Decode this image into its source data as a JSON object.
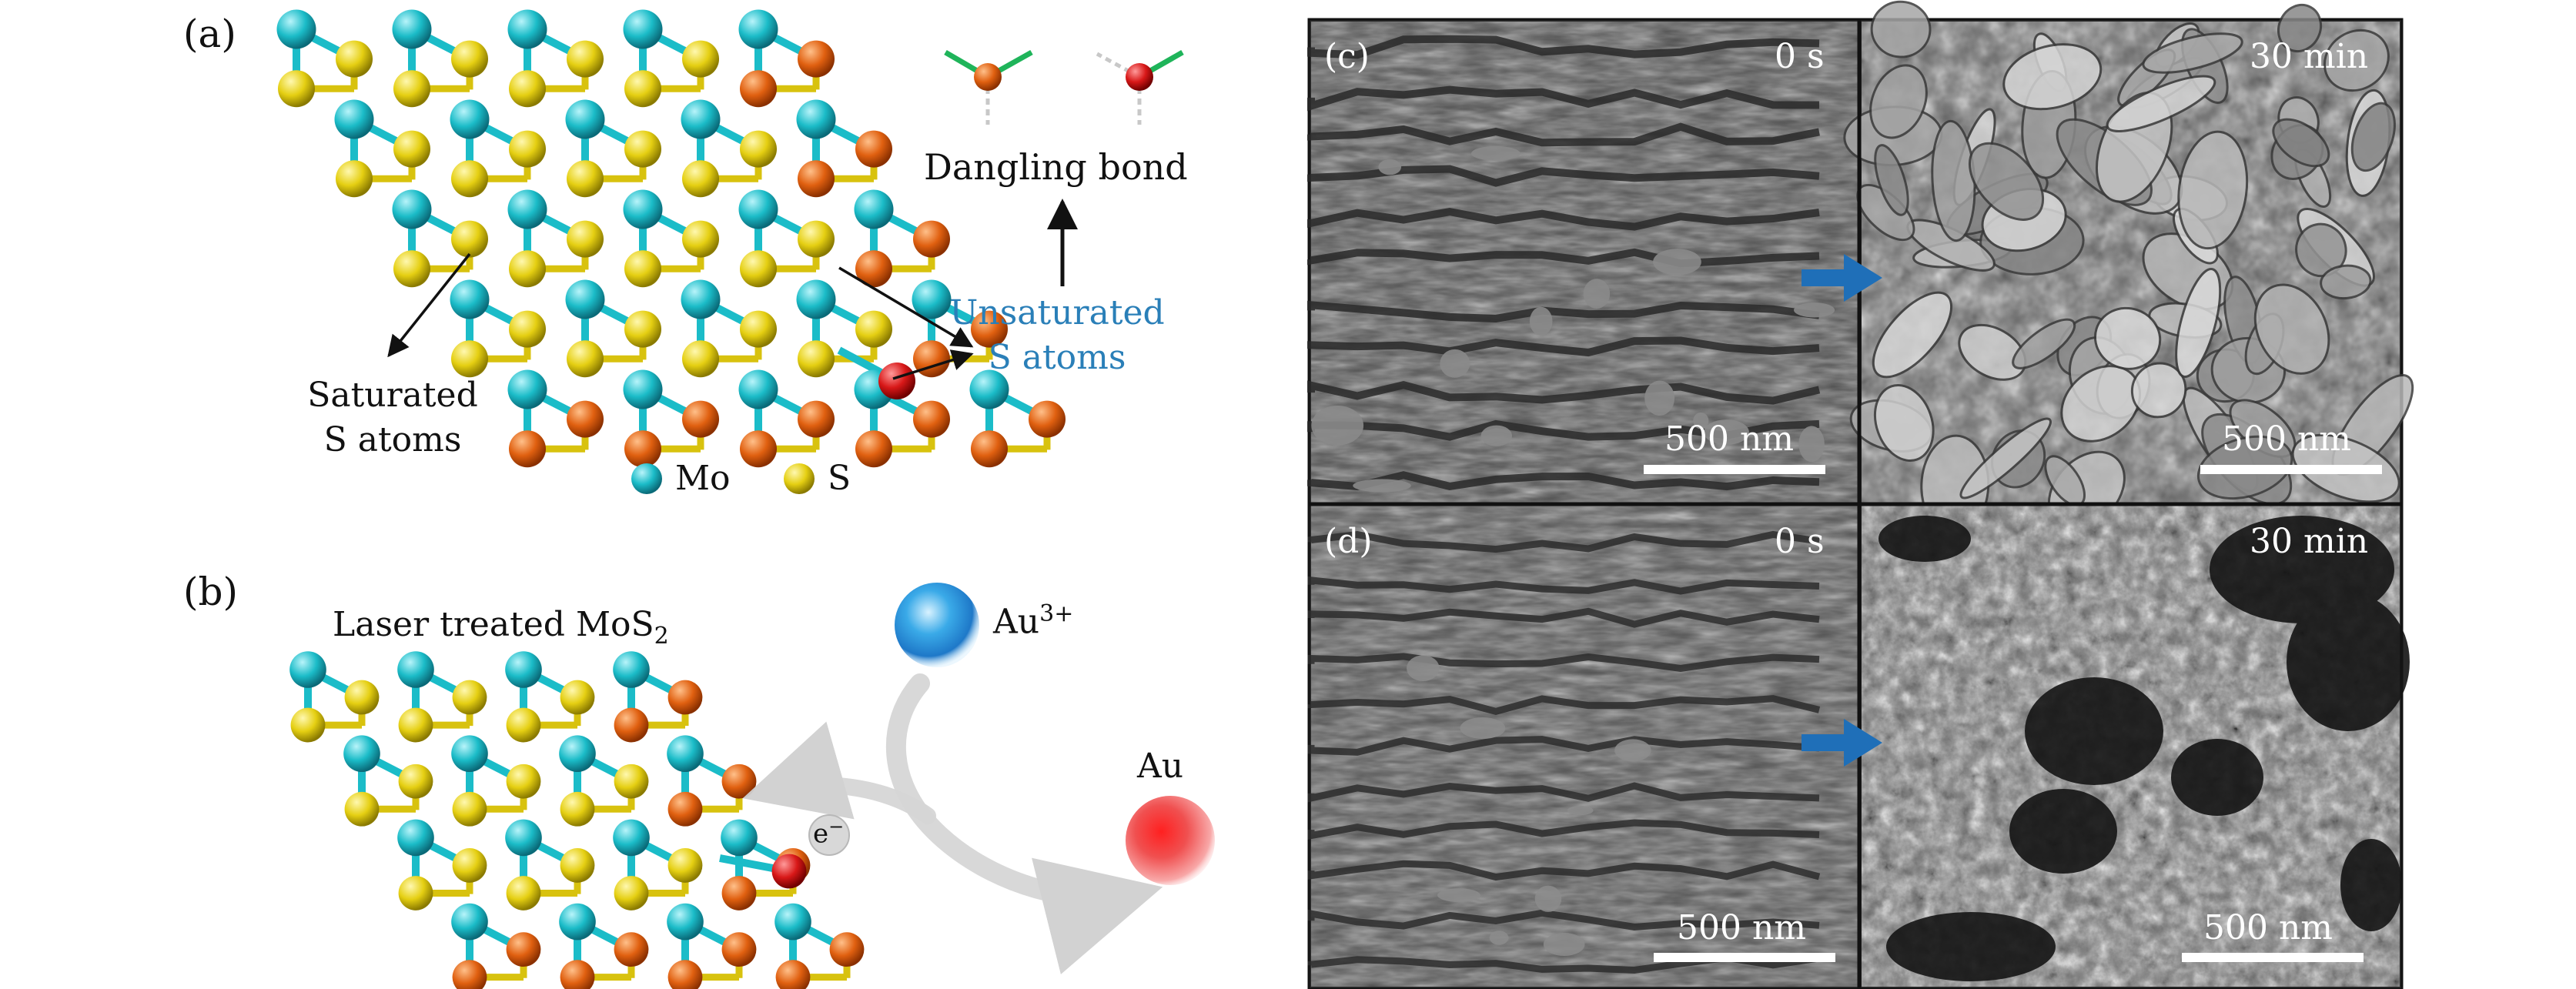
{
  "panel_a": {
    "label": "(a)",
    "saturated_line1": "Saturated",
    "saturated_line2": "S atoms",
    "unsaturated_line1": "Unsaturated",
    "unsaturated_line2": "S atoms",
    "dangling_bond": "Dangling bond",
    "legend": [
      {
        "name": "Mo",
        "color": "#1bbcc8"
      },
      {
        "name": "S",
        "color": "#e5cf12"
      }
    ],
    "accent_blue": "#2a7fb8"
  },
  "panel_b": {
    "label": "(b)",
    "title_main": "Laser treated MoS",
    "title_sub": "2",
    "ion_main": "Au",
    "ion_sup": "3+",
    "metal": "Au",
    "electron_main": "e",
    "electron_sup": "−"
  },
  "panel_c": {
    "label": "(c)",
    "left_time": "0 s",
    "right_time": "30 min",
    "left_scale": "500 nm",
    "right_scale": "500 nm"
  },
  "panel_d": {
    "label": "(d)",
    "left_time": "0 s",
    "right_time": "30 min",
    "left_scale": "500 nm",
    "right_scale": "500 nm"
  },
  "colors": {
    "mo": "#1bbcc8",
    "s": "#e5cf12",
    "s_unsat": "#e06010",
    "s_dangling": "#d81818",
    "arrow_blue": "#1f6fb8",
    "au_ion": "#1e90d8",
    "au_metal": "#e83030"
  }
}
